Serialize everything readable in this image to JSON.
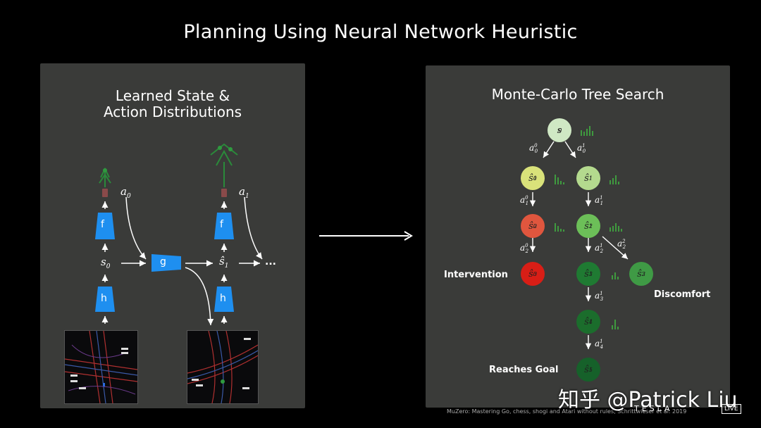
{
  "slide": {
    "title": "Planning Using Neural Network Heuristic"
  },
  "left_panel": {
    "title_line1": "Learned State &",
    "title_line2": "Action Distributions",
    "labels": {
      "a0": "a",
      "a0_sub": "0",
      "a1": "a",
      "a1_sub": "1",
      "s0": "s",
      "s0_sub": "0",
      "s1": "ŝ",
      "s1_sub": "1",
      "ellipsis": "...",
      "f1": "f",
      "f2": "f",
      "g": "g",
      "h1": "h",
      "h2": "h"
    },
    "colors": {
      "block": "#1e8ff0",
      "arrow": "#ffffff"
    }
  },
  "right_panel": {
    "title": "Monte-Carlo Tree Search",
    "nodes": [
      {
        "id": "s0",
        "label": "s",
        "sub": "0",
        "sup": "",
        "color": "#cfe8c4"
      },
      {
        "id": "s1_0",
        "label": "ŝ",
        "sub": "1",
        "sup": "0",
        "color": "#d9e27a"
      },
      {
        "id": "s1_1",
        "label": "ŝ",
        "sub": "1",
        "sup": "1",
        "color": "#b4da8e"
      },
      {
        "id": "s2_0",
        "label": "ŝ",
        "sub": "2",
        "sup": "0",
        "color": "#e0563e"
      },
      {
        "id": "s2_1",
        "label": "ŝ",
        "sub": "2",
        "sup": "1",
        "color": "#6cbf58"
      },
      {
        "id": "s3_0",
        "label": "ŝ",
        "sub": "3",
        "sup": "0",
        "color": "#d81e16"
      },
      {
        "id": "s3_1",
        "label": "ŝ",
        "sub": "3",
        "sup": "1",
        "color": "#1f7a32"
      },
      {
        "id": "s3_2",
        "label": "ŝ",
        "sub": "3",
        "sup": "2",
        "color": "#3f9a45"
      },
      {
        "id": "s4_1",
        "label": "ŝ",
        "sub": "4",
        "sup": "1",
        "color": "#1b6d2c"
      },
      {
        "id": "s5_1",
        "label": "ŝ",
        "sub": "5",
        "sup": "1",
        "color": "#16612a"
      }
    ],
    "edges": [
      {
        "label": "a",
        "sub": "0",
        "sup": "0"
      },
      {
        "label": "a",
        "sub": "0",
        "sup": "1"
      },
      {
        "label": "a",
        "sub": "1",
        "sup": "0"
      },
      {
        "label": "a",
        "sub": "1",
        "sup": "1"
      },
      {
        "label": "a",
        "sub": "2",
        "sup": "0"
      },
      {
        "label": "a",
        "sub": "2",
        "sup": "1"
      },
      {
        "label": "a",
        "sub": "2",
        "sup": "2"
      },
      {
        "label": "a",
        "sub": "3",
        "sup": "1"
      },
      {
        "label": "a",
        "sub": "4",
        "sup": "1"
      }
    ],
    "annotations": {
      "intervention": "Intervention",
      "discomfort": "Discomfort",
      "reaches_goal": "Reaches Goal"
    },
    "colors": {
      "histogram": "#3f9a3f"
    }
  },
  "main_arrow": {
    "color": "#ffffff"
  },
  "footer": {
    "citation": "MuZero: Mastering Go, chess, shogi and Atari without rules, Schrittwieser et al. 2019",
    "watermark": "知乎 @Patrick Liu",
    "brand": "TESLA",
    "live": "LIVE"
  }
}
